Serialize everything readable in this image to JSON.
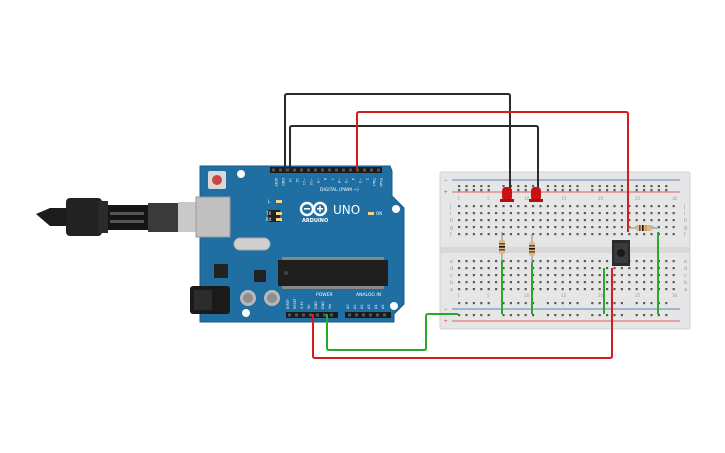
{
  "board": {
    "brand": "ARDUINO",
    "model": "UNO",
    "digital_header": "DIGITAL (PWM ~)",
    "power_header": "POWER",
    "analog_header": "ANALOG IN",
    "led_l": "L",
    "led_tx": "TX",
    "led_rx": "RX",
    "led_on": "ON",
    "top_pins": [
      "AREF",
      "GND",
      "13",
      "12",
      "~11",
      "~10",
      "~9",
      "8",
      "7",
      "~6",
      "~5",
      "4",
      "~3",
      "2",
      "TX▸1",
      "RX◂0"
    ],
    "power_pins": [
      "IOREF",
      "RESET",
      "3.3V",
      "5V",
      "GND",
      "GND",
      "Vin"
    ],
    "analog_pins": [
      "A0",
      "A1",
      "A2",
      "A3",
      "A4",
      "A5"
    ]
  },
  "breadboard": {
    "column_numbers": [
      "1",
      "",
      "",
      "",
      "5",
      "",
      "",
      "",
      "",
      "10",
      "",
      "",
      "",
      "",
      "15",
      "",
      "",
      "",
      "",
      "20",
      "",
      "",
      "",
      "",
      "25",
      "",
      "",
      "",
      "",
      "30"
    ],
    "row_letters_top": [
      "j",
      "i",
      "h",
      "g",
      "f"
    ],
    "row_letters_bottom": [
      "e",
      "d",
      "c",
      "b",
      "a"
    ]
  },
  "colors": {
    "board": "#1f6fa3",
    "wire_red": "#d51c1c",
    "wire_black": "#2b2b2b",
    "wire_green": "#2aa82a",
    "led_red": "#cc1111",
    "rail_red": "#d73030",
    "rail_blue": "#3060b0"
  },
  "icons": [
    "usb-cable-icon",
    "arduino-logo-icon"
  ]
}
